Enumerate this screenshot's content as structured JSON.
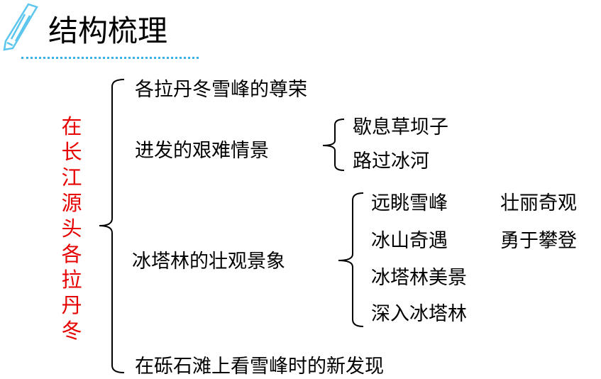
{
  "header": {
    "title": "结构梳理",
    "icon": "pencil-icon",
    "accent": "#3ab0e8"
  },
  "root": {
    "label": "在长江源头各拉丹冬",
    "color": "#e60000"
  },
  "branches": [
    {
      "label": "各拉丹冬雪峰的尊荣"
    },
    {
      "label": "进发的艰难情景",
      "children": [
        "歇息草坝子",
        "路过冰河"
      ]
    },
    {
      "label": "冰塔林的壮观景象",
      "children": [
        {
          "left": "远眺雪峰",
          "right": "壮丽奇观"
        },
        {
          "left": "冰山奇遇",
          "right": "勇于攀登"
        },
        {
          "left": "冰塔林美景",
          "right": ""
        },
        {
          "left": "深入冰塔林",
          "right": ""
        }
      ]
    },
    {
      "label": "在砾石滩上看雪峰时的新发现"
    }
  ]
}
